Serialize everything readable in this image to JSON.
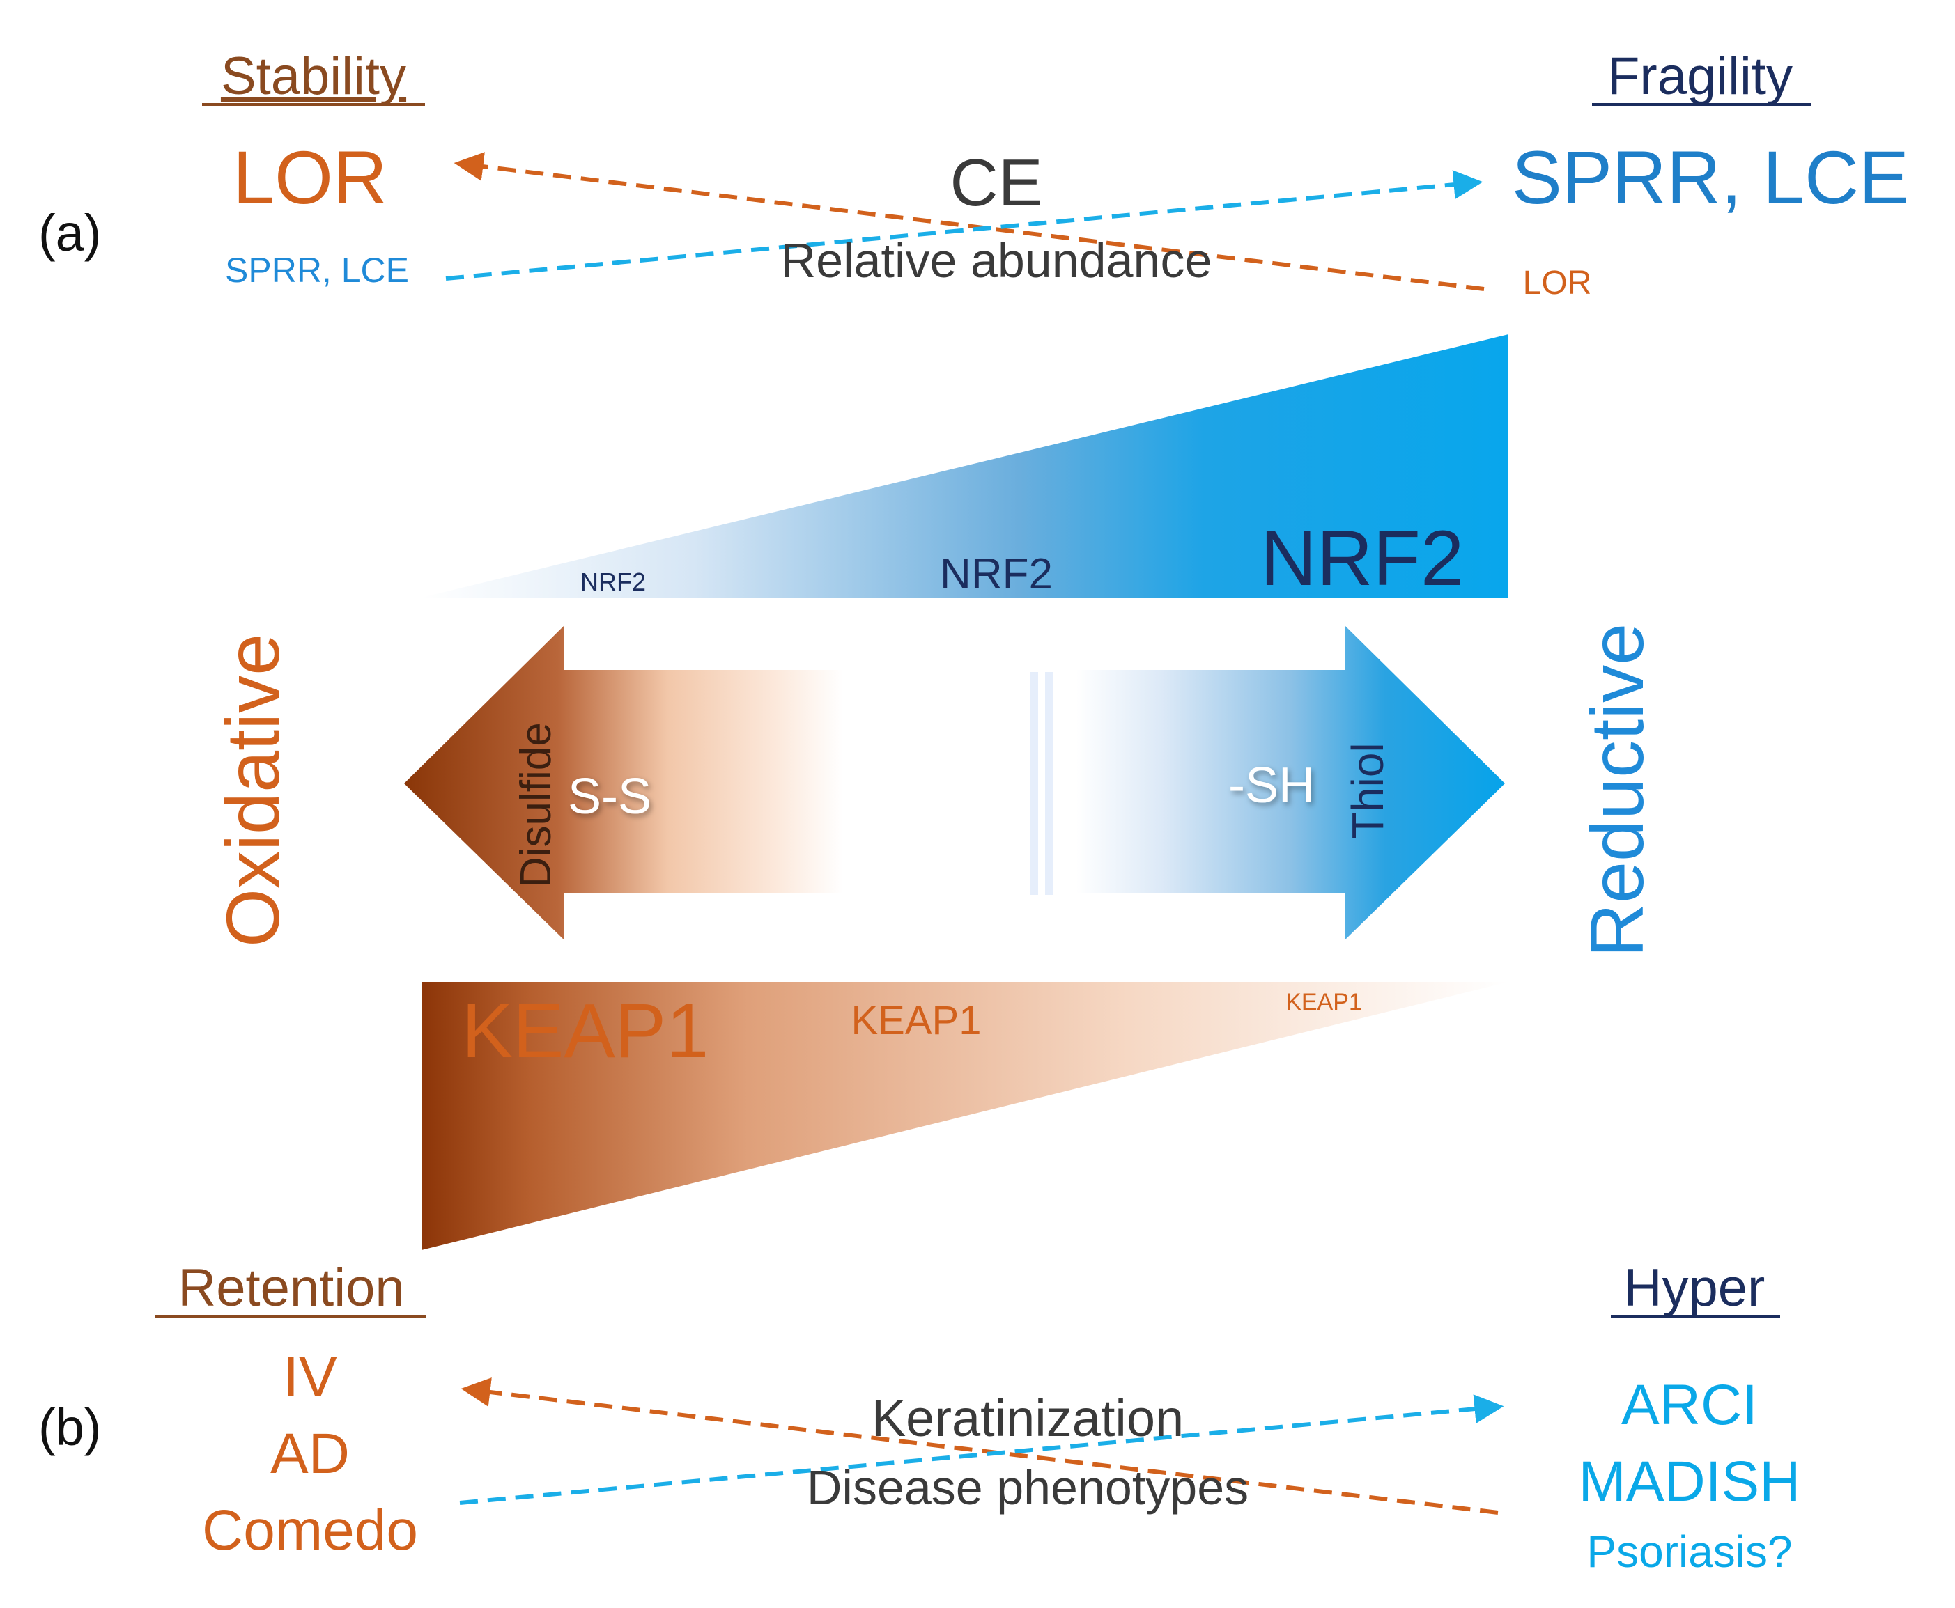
{
  "colors": {
    "orange": "#d2611c",
    "orange_dark": "#8e3a0c",
    "blue": "#1f8ad8",
    "blue_bright": "#0aa8e8",
    "navy": "#1b2d5e",
    "dark": "#3a3a3a",
    "brown_heading": "#8a4a20"
  },
  "panel_a": {
    "label": "(a)",
    "left_heading": "Stability",
    "right_heading": "Fragility",
    "left_major": "LOR",
    "left_minor": "SPRR, LCE",
    "right_major": "SPRR, LCE",
    "right_minor": "LOR",
    "center_title": "CE",
    "center_subtitle": "Relative abundance"
  },
  "nrf2_wedge": {
    "labels": [
      "NRF2",
      "NRF2",
      "NRF2"
    ]
  },
  "redox_arrow": {
    "left_word": "Oxidative",
    "right_word": "Reductive",
    "left_state": "Disulfide",
    "left_group": "S-S",
    "right_state": "Thiol",
    "right_group": "-SH"
  },
  "keap1_wedge": {
    "labels": [
      "KEAP1",
      "KEAP1",
      "KEAP1"
    ]
  },
  "panel_b": {
    "label": "(b)",
    "left_heading": "Retention",
    "right_heading": "Hyper",
    "left_items": [
      "IV",
      "AD",
      "Comedo"
    ],
    "right_items": [
      "ARCI",
      "MADISH",
      "Psoriasis?"
    ],
    "center_title": "Keratinization",
    "center_subtitle": "Disease phenotypes"
  }
}
